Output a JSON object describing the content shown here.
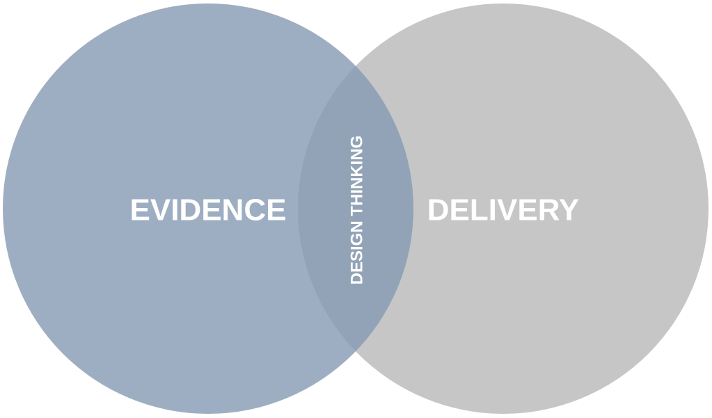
{
  "diagram": {
    "type": "venn",
    "sets": [
      {
        "label": "EVIDENCE",
        "color": "#9eaec2"
      },
      {
        "label": "DELIVERY",
        "color": "#c6c6c7"
      }
    ],
    "intersection": {
      "label": "DESIGN THINKING",
      "color": "#92a3b7"
    },
    "text_color": "#ffffff"
  }
}
